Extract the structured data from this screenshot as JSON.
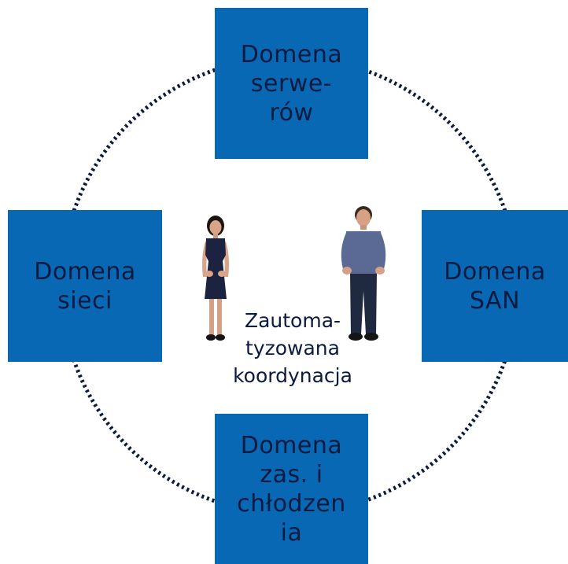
{
  "colors": {
    "box_fill": "#0868b4",
    "text": "#0b1a40",
    "ring": "#0b1a40"
  },
  "domains": {
    "top": "Domena\nserwe-\nrów",
    "left": "Domena\nsieci",
    "right": "Domena\nSAN",
    "bottom": "Domena\nzas. i\nchłodzen\nia"
  },
  "center": {
    "label": "Zautoma-\ntyzowana\nkoordynacja"
  },
  "icons": {
    "woman": "person-woman-icon",
    "man": "person-man-icon"
  }
}
